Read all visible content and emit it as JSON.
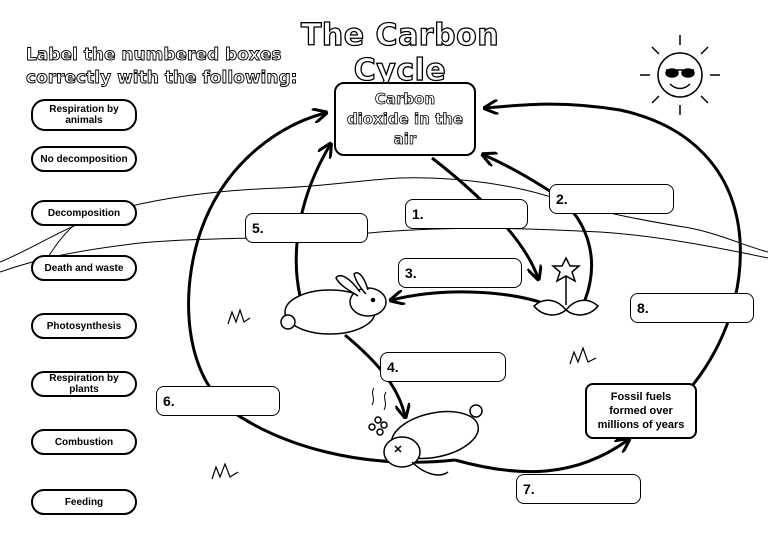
{
  "title": "The Carbon Cycle",
  "instructions": [
    "Label the numbered boxes",
    "correctly with the following:"
  ],
  "options": [
    {
      "label": "Respiration by animals"
    },
    {
      "label": "No decomposition"
    },
    {
      "label": "Decomposition"
    },
    {
      "label": "Death and waste"
    },
    {
      "label": "Photosynthesis"
    },
    {
      "label": "Respiration by plants"
    },
    {
      "label": "Combustion"
    },
    {
      "label": "Feeding"
    }
  ],
  "numbered_boxes": [
    {
      "number": "1."
    },
    {
      "number": "2."
    },
    {
      "number": "3."
    },
    {
      "number": "4."
    },
    {
      "number": "5."
    },
    {
      "number": "6."
    },
    {
      "number": "7."
    },
    {
      "number": "8."
    }
  ],
  "co2_box": "Carbon dioxide in the air",
  "fossil_box": "Fossil fuels formed over millions of years",
  "icons": [
    "sun-icon",
    "rabbit-icon",
    "flower-icon",
    "dead-rabbit-icon",
    "grass-icon"
  ],
  "colors": {
    "line": "#000000",
    "background": "#ffffff"
  }
}
